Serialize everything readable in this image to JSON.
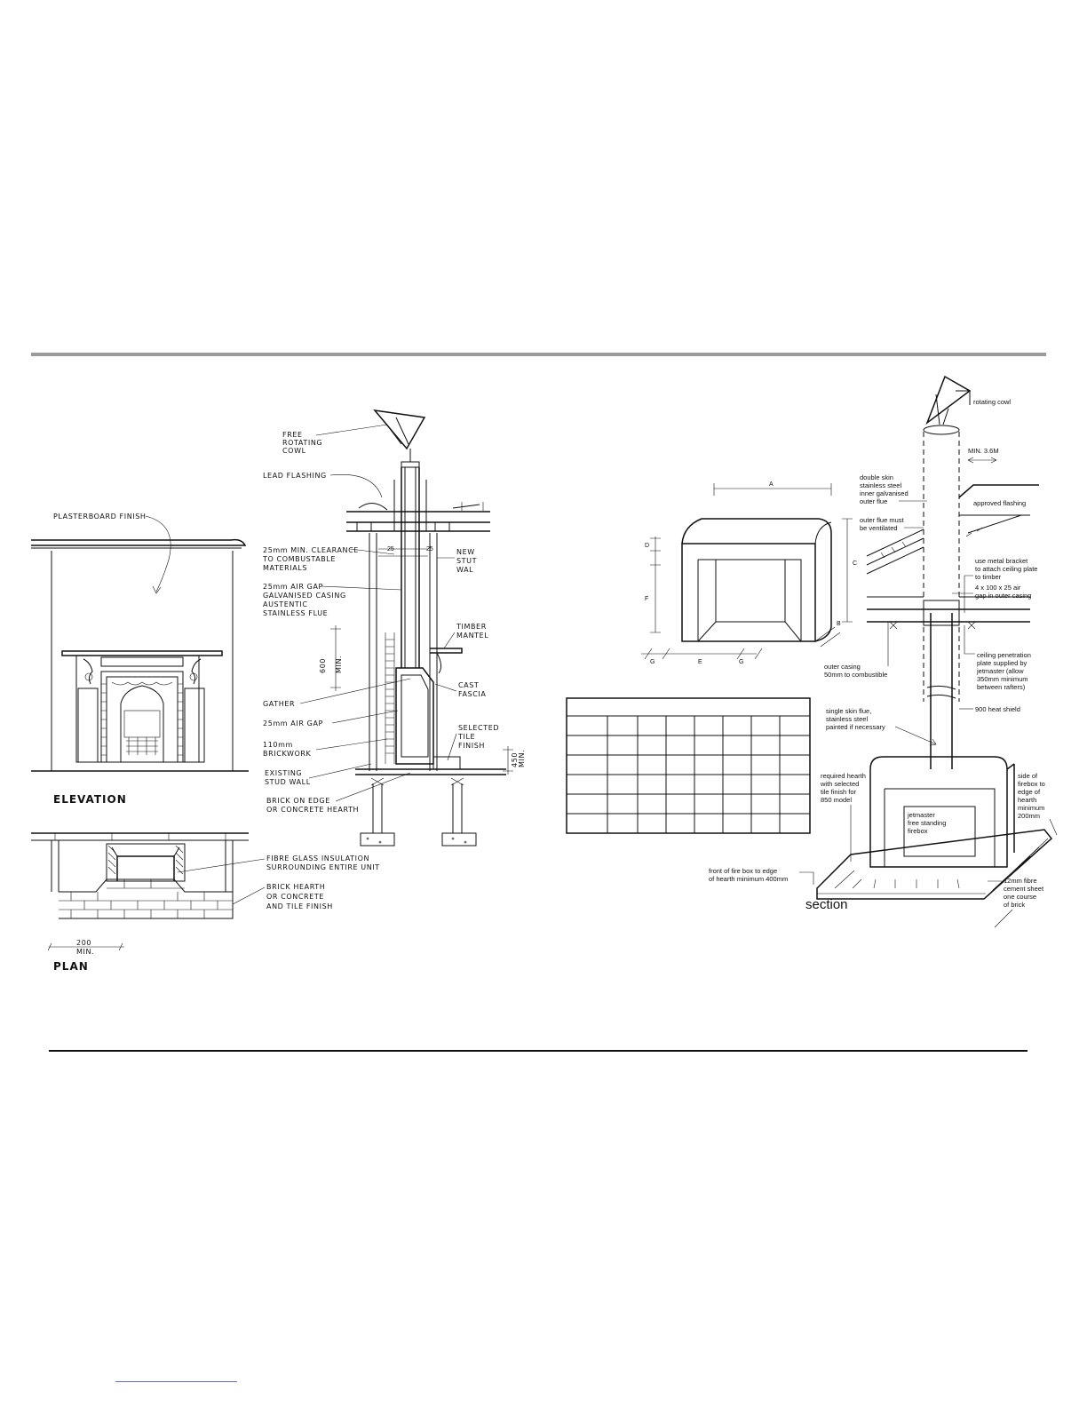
{
  "left_drawing": {
    "plasterboard_label": "PLASTERBOARD FINISH",
    "elevation_label": "ELEVATION",
    "plan_label": "PLAN",
    "plan_dim": [
      "200",
      "MIN."
    ],
    "cowl": [
      "FREE",
      "ROTATING",
      "COWL"
    ],
    "lead_flashing": "LEAD FLASHING",
    "clearance": [
      "25mm MIN. CLEARANCE",
      "TO COMBUSTABLE",
      "MATERIALS"
    ],
    "air_gap_casing": [
      "25mm AIR GAP",
      "GALVANISED CASING",
      "AUSTENTIC",
      "STAINLESS FLUE"
    ],
    "new_stud_wall": [
      "NEW",
      "STUT",
      "WAL"
    ],
    "timber_mantel": [
      "TIMBER",
      "MANTEL"
    ],
    "cast_fascia": [
      "CAST",
      "FASCIA"
    ],
    "selected_tile": [
      "SELECTED",
      "TILE",
      "FINISH"
    ],
    "gather": "GATHER",
    "air_gap": "25mm AIR GAP",
    "brickwork": [
      "110mm",
      "BRICKWORK"
    ],
    "existing_stud": [
      "EXISTING",
      "STUD WALL"
    ],
    "brick_on_edge": [
      "BRICK ON EDGE",
      "OR CONCRETE HEARTH"
    ],
    "fibre_glass": [
      "FIBRE GLASS INSULATION",
      "SURROUNDING ENTIRE UNIT"
    ],
    "brick_hearth": [
      "BRICK HEARTH",
      "OR CONCRETE",
      "AND TILE FINISH"
    ],
    "dim_25a": "25",
    "dim_25b": "25",
    "dim_600": [
      "600",
      "MIN."
    ],
    "dim_450": [
      "450",
      "MIN."
    ]
  },
  "box_diagram": {
    "labels": {
      "A": "A",
      "B": "B",
      "C": "C",
      "D": "D",
      "E": "E",
      "F": "F",
      "G1": "G",
      "G2": "G"
    }
  },
  "table": {
    "rows": 6,
    "cols": 8
  },
  "right_drawing": {
    "rotating_cowl": "rotating cowl",
    "min_height": "MIN. 3.6M",
    "double_skin": [
      "double skin",
      "stainless steel",
      "inner galvanised",
      "outer flue"
    ],
    "approved_flashing": "approved flashing",
    "outer_flue": [
      "outer flue must",
      "be ventilated"
    ],
    "bracket": [
      "use metal bracket",
      "to attach ceiling plate",
      "to timber"
    ],
    "air_gap": [
      "4 x 100 x 25 air",
      "gap in outer casing"
    ],
    "ceiling_plate": [
      "ceiling penetration",
      "plate supplied by",
      "jetmaster (allow",
      "350mm minimum",
      "between rafters)"
    ],
    "outer_casing": [
      "outer casing",
      "50mm to combustible"
    ],
    "heat_shield": "900 heat shield",
    "single_skin": [
      "single skin flue,",
      "stainless steel",
      "painted if necessary"
    ],
    "required_hearth": [
      "required hearth",
      "with selected",
      "tile finish for",
      "850 model"
    ],
    "firebox": [
      "jetmaster",
      "free standing",
      "firebox"
    ],
    "side_firebox": [
      "side of",
      "firebox to",
      "edge of",
      "hearth",
      "minimum",
      "200mm"
    ],
    "front_firebox": [
      "front of fire box to edge",
      "of hearth minimum 400mm"
    ],
    "fibre_sheet": [
      "12mm fibre",
      "cement sheet",
      "one course",
      "of brick"
    ],
    "section_label": "section"
  }
}
